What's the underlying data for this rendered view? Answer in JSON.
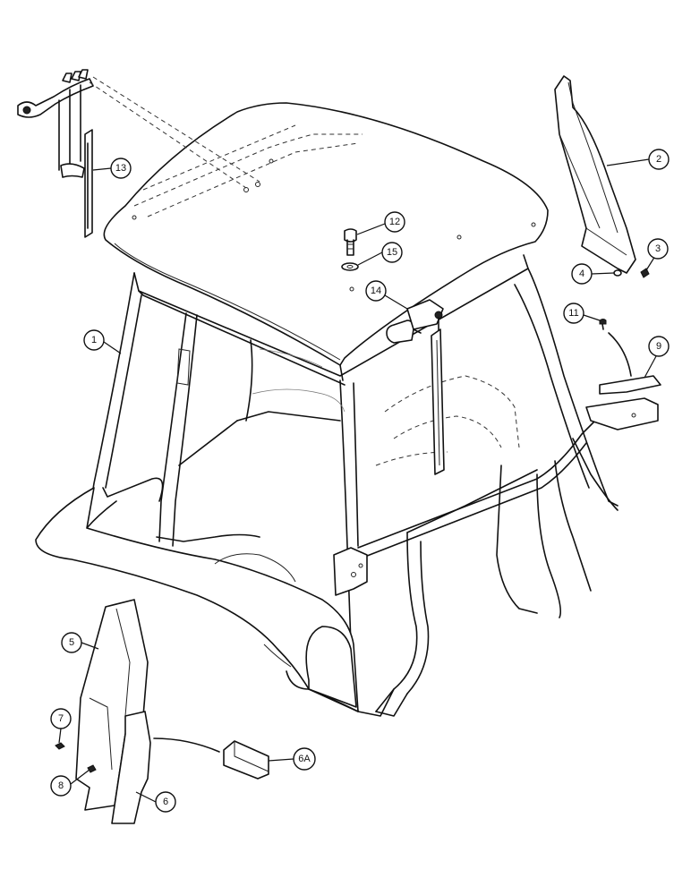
{
  "diagram": {
    "callouts": [
      {
        "id": "1",
        "label": "1"
      },
      {
        "id": "2",
        "label": "2"
      },
      {
        "id": "3",
        "label": "3"
      },
      {
        "id": "4",
        "label": "4"
      },
      {
        "id": "5",
        "label": "5"
      },
      {
        "id": "6",
        "label": "6"
      },
      {
        "id": "6A",
        "label": "6A"
      },
      {
        "id": "7",
        "label": "7"
      },
      {
        "id": "8",
        "label": "8"
      },
      {
        "id": "9",
        "label": "9"
      },
      {
        "id": "11",
        "label": "11"
      },
      {
        "id": "12",
        "label": "12"
      },
      {
        "id": "13",
        "label": "13"
      },
      {
        "id": "14",
        "label": "14"
      },
      {
        "id": "15",
        "label": "15"
      }
    ]
  }
}
